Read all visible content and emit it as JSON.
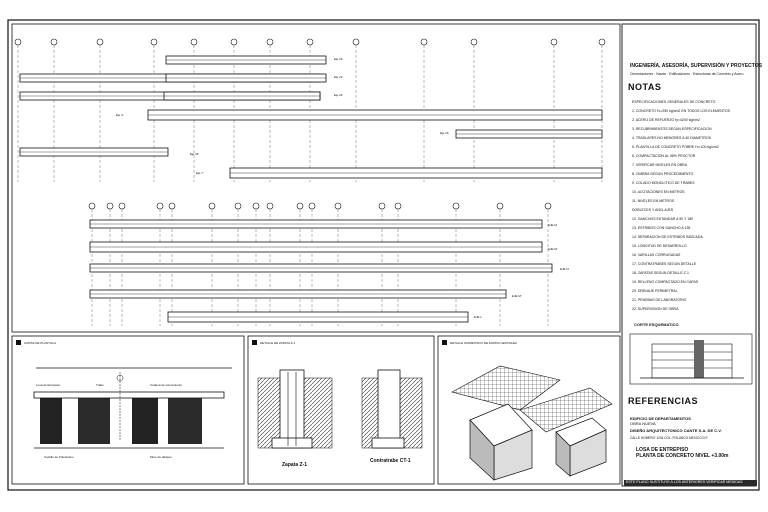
{
  "sheet": {
    "company_line": "INGENIERÍA, ASESORÍA, SUPERVISIÓN Y PROYECTOS",
    "company_subline": "Cimentaciones · Naves · Edificaciones · Estructuras de Concreto y Acero",
    "notes_heading": "NOTAS",
    "notes_lines": [
      "ESPECIFICACIONES GENERALES DE CONCRETO",
      "1. CONCRETO f'c=250 kg/cm2 EN TODOS LOS ELEMENTOS",
      "2. ACERO DE REFUERZO fy=4200 kg/cm2",
      "3. RECUBRIMIENTOS SEGUN ESPECIFICACION",
      "4. TRASLAPES NO MENORES A 40 DIAMETROS",
      "5. PLANTILLA DE CONCRETO POBRE f'c=100 kg/cm2",
      "6. COMPACTACION AL 95% PROCTOR",
      "7. VERIFICAR NIVELES EN OBRA",
      "8. CIMBRA SEGUN PROCEDIMIENTO",
      "9. COLADO MONOLITICO DE TRABES",
      "10. ACOTACIONES EN METROS",
      "11. NIVELES EN METROS",
      "DOBLECES Y ANCLAJES",
      "12. GANCHOS ESTANDAR A 90 Y 180",
      "13. ESTRIBOS CON GANCHO A 135",
      "14. SEPARACION DE ESTRIBOS INDICADA",
      "15. LONGITUD DE DESARROLLO",
      "16. VARILLAS CORRUGADAS",
      "17. CONTRATRABES SEGUN DETALLE",
      "18. ZAPATAS SEGUN DETALLE Z-1",
      "19. RELLENO COMPACTADO EN CAPAS",
      "20. DRENAJE PERIMETRAL",
      "21. PRUEBAS DE LABORATORIO",
      "22. SUPERVISION DE OBRA"
    ],
    "ref_heading": "REFERENCIAS",
    "corte_label": "CORTE ESQUEMATICO",
    "project": {
      "line1": "EDIFICIO DE DEPARTAMENTOS",
      "line2": "OBRA NUEVA",
      "client": "DISEÑO ARQUITECTONICO CANTE S.A. DE C.V.",
      "address": "CALLE HOMERO 1234 COL. POLANCO MEXICO D.F.",
      "plan_title": "LOSA DE ENTREPISO",
      "plan_subtitle": "PLANTA DE CONCRETO  NIVEL +3.00m"
    },
    "footer_note": "ESTE PLANO SUSTITUYE A LOS ANTERIORES   VERIFICAR MEDIDAS",
    "axes": {
      "top_group": [
        "Eje 20",
        "Eje 22",
        "Eje 26",
        "Eje 4'",
        "Eje 16",
        "Eje 36",
        "Eje 7'"
      ],
      "mid_group": [
        "EJE M",
        "EJE M'",
        "EJE N'",
        "EJE M'",
        "EJE L"
      ]
    },
    "details": [
      {
        "id": "1",
        "title": "CORTE DE PLANTILLA",
        "labels": [
          "Losa de Entrepiso",
          "Trabe",
          "Cadena de Cerramiento",
          "Castillo de Polestireno",
          "Muro de tabique"
        ]
      },
      {
        "id": "2",
        "title": "DETALLE DE ZAPATA Z-1",
        "labels": [
          "Zapata Z-1",
          "Contratrabe CT-1"
        ]
      },
      {
        "id": "3",
        "title": "DETALLE ISOMETRICO DE ZAPATA CENTRADA",
        "labels": []
      }
    ]
  }
}
